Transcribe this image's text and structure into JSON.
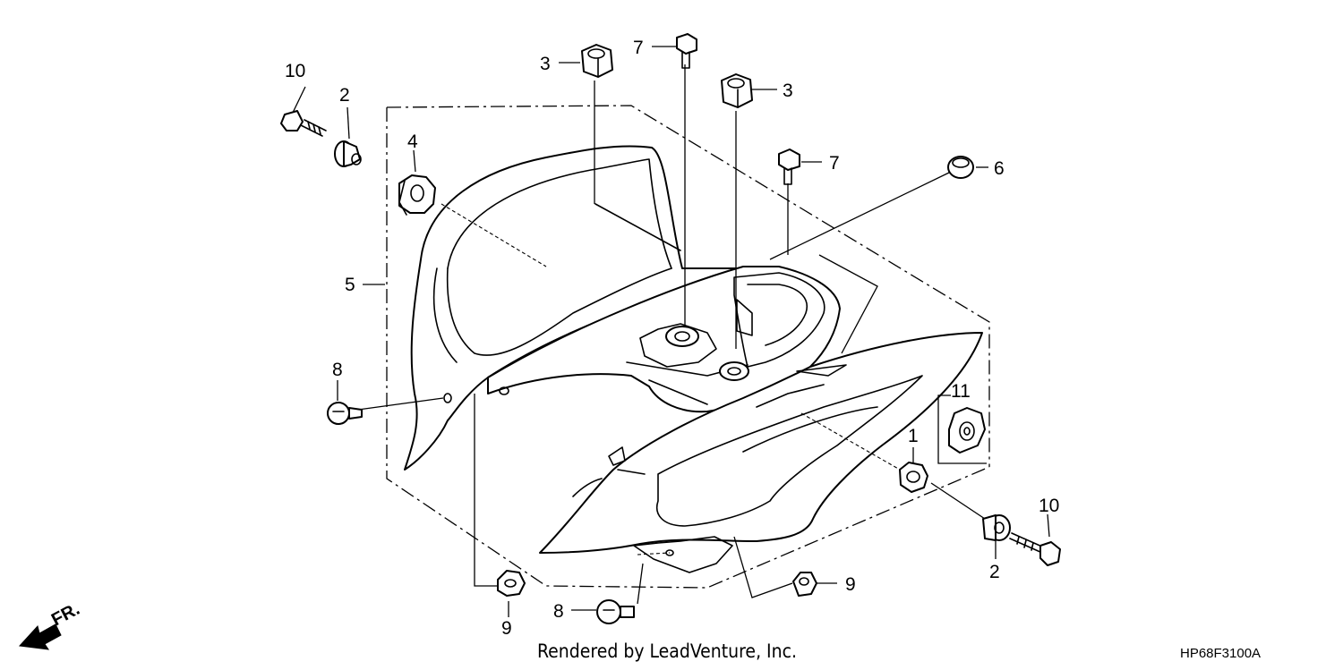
{
  "callouts": {
    "c10a": "10",
    "c2a": "2",
    "c4": "4",
    "c5": "5",
    "c8a": "8",
    "c3a": "3",
    "c7a": "7",
    "c3b": "3",
    "c7b": "7",
    "c6": "6",
    "c11": "11",
    "c1": "1",
    "c10b": "10",
    "c2b": "2",
    "c9a": "9",
    "c8b": "8",
    "c9b": "9"
  },
  "direction": {
    "label": "FR."
  },
  "credit": "Rendered by LeadVenture, Inc.",
  "diagram_code": "HP68F3100A"
}
